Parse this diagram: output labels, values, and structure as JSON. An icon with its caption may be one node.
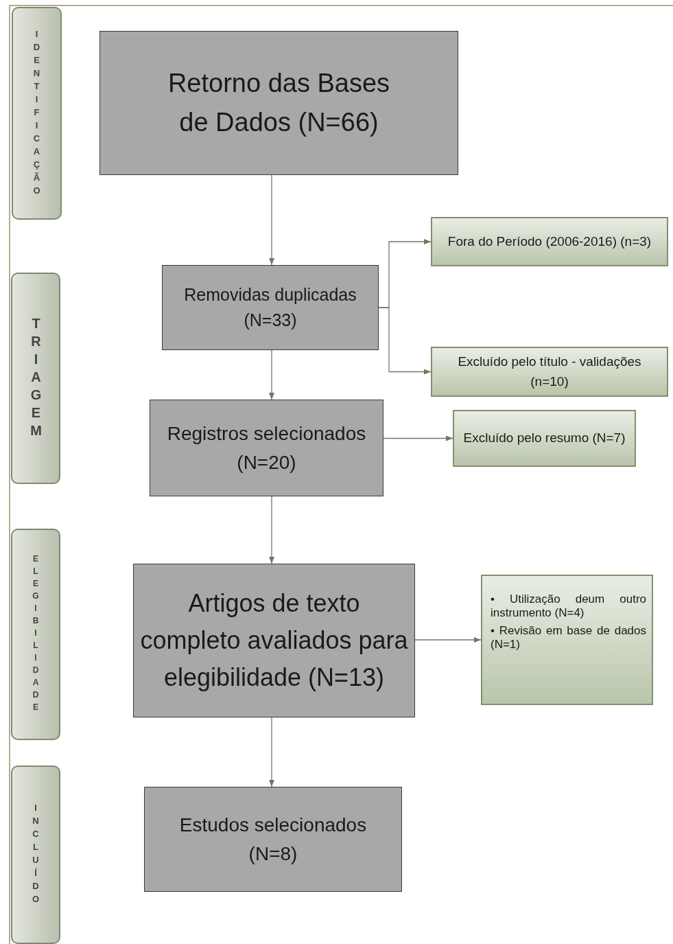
{
  "diagram": {
    "nodes": [
      {
        "text": [
          "IDENTIFICAÇÃO"
        ]
      },
      {
        "text": [
          "Retorno das Bases de Dados (N=66)"
        ]
      },
      {
        "text": [
          "TRIAGEM"
        ]
      },
      {
        "text": [
          "Removidas duplicadas (N=33)"
        ]
      },
      {
        "text": [
          "Fora do Período (2006-2016) (n=3)"
        ]
      },
      {
        "text": [
          "Excluído pelo título - validações (n=10)"
        ]
      },
      {
        "text": [
          "Registros selecionados (N=20)"
        ]
      },
      {
        "text": [
          "Excluído pelo resumo (N=7)"
        ]
      },
      {
        "text": [
          "ELEGIBILIDADE"
        ]
      },
      {
        "text": [
          "Artigos de texto completo avaliados para elegibilidade (N=13)"
        ]
      },
      {
        "text": [
          "• Utilização deum outro instrumento (N=4)",
          "• Revisão em base de dados (N=1)"
        ]
      },
      {
        "text": [
          "INCLUÍDO"
        ]
      },
      {
        "text": [
          "Estudos selecionados (N=8)"
        ]
      }
    ],
    "edges": [
      {
        "from": 1,
        "to": 3,
        "arrow": "to"
      },
      {
        "from": 3,
        "to": 4,
        "arrow": "to"
      },
      {
        "from": 3,
        "to": 5,
        "arrow": "to"
      },
      {
        "from": 3,
        "to": 6,
        "arrow": "to"
      },
      {
        "from": 6,
        "to": 7,
        "arrow": "to"
      },
      {
        "from": 6,
        "to": 9,
        "arrow": "to"
      },
      {
        "from": 9,
        "to": 10,
        "arrow": "to"
      },
      {
        "from": 9,
        "to": 12,
        "arrow": "to"
      }
    ]
  }
}
